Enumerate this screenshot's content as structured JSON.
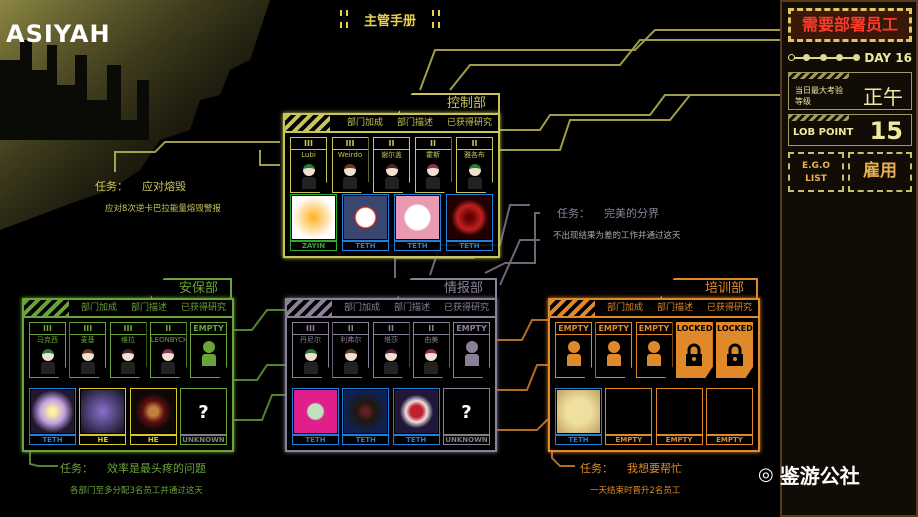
{
  "logo": "ASIYAH",
  "title": "主管手册",
  "side": {
    "need": "需要部署员工",
    "day": "DAY 16",
    "max_level_label": "当日最大考验等级",
    "max_level": "正午",
    "lob_label": "LOB POINT",
    "lob": "15",
    "ego": "E.G.O LIST",
    "hire": "雇用"
  },
  "headers": [
    "部门加成",
    "部门描述",
    "已获得研究"
  ],
  "colors": {
    "control": "#c8c45a",
    "safety": "#6aa438",
    "info": "#8a8098",
    "training": "#e0892a",
    "ZAYIN": "#2ea82e",
    "TETH": "#1e80d8",
    "HE": "#d8c820",
    "UNKNOWN": "#808080",
    "EMPTY": "#e0892a"
  },
  "departments": [
    {
      "id": "control",
      "name": "控制部",
      "agents": [
        {
          "rank": "III",
          "name": "Lubi"
        },
        {
          "rank": "III",
          "name": "Weirdo"
        },
        {
          "rank": "II",
          "name": "谢尔盖"
        },
        {
          "rank": "II",
          "name": "霍斯"
        },
        {
          "rank": "II",
          "name": "雅各布"
        }
      ],
      "abnos": [
        {
          "risk": "ZAYIN",
          "icon": "burning-skull-icon"
        },
        {
          "risk": "TETH",
          "icon": "white-ghost-icon"
        },
        {
          "risk": "TETH",
          "icon": "puppy-icon"
        },
        {
          "risk": "TETH",
          "icon": "red-heart-icon"
        }
      ],
      "mission": {
        "label": "任务：",
        "title": "应对熔毁",
        "desc": "应对8次逆卡巴拉能量熔毁警报"
      }
    },
    {
      "id": "safety",
      "name": "安保部",
      "agents": [
        {
          "rank": "III",
          "name": "马克西"
        },
        {
          "rank": "III",
          "name": "麦基"
        },
        {
          "rank": "III",
          "name": "维拉"
        },
        {
          "rank": "II",
          "name": "LEONBYCHENCODE"
        },
        {
          "rank": "EMPTY",
          "name": ""
        }
      ],
      "abnos": [
        {
          "risk": "TETH",
          "icon": "sun-moon-icon"
        },
        {
          "risk": "HE",
          "icon": "purple-shadow-icon"
        },
        {
          "risk": "HE",
          "icon": "doll-icon"
        },
        {
          "risk": "UNKNOWN",
          "icon": "question-icon",
          "q": "?"
        }
      ],
      "mission": {
        "label": "任务：",
        "title": "效率是最头疼的问题",
        "desc": "各部门至多分配3名员工并通过这天"
      }
    },
    {
      "id": "info",
      "name": "情报部",
      "agents": [
        {
          "rank": "III",
          "name": "丹尼尔"
        },
        {
          "rank": "II",
          "name": "利弗尔"
        },
        {
          "rank": "II",
          "name": "塔莎"
        },
        {
          "rank": "II",
          "name": "由美"
        },
        {
          "rank": "EMPTY",
          "name": ""
        }
      ],
      "abnos": [
        {
          "risk": "TETH",
          "icon": "pink-orb-icon"
        },
        {
          "risk": "TETH",
          "icon": "samurai-icon"
        },
        {
          "risk": "TETH",
          "icon": "red-eye-icon"
        },
        {
          "risk": "UNKNOWN",
          "icon": "question-icon",
          "q": "?"
        }
      ],
      "mission": {
        "label": "任务：",
        "title": "完美的分界",
        "desc": "不出现结果为差的工作并通过这天"
      }
    },
    {
      "id": "training",
      "name": "培训部",
      "agents": [
        {
          "rank": "EMPTY",
          "name": ""
        },
        {
          "rank": "EMPTY",
          "name": ""
        },
        {
          "rank": "EMPTY",
          "name": ""
        },
        {
          "rank": "LOCKED",
          "name": ""
        },
        {
          "rank": "LOCKED",
          "name": ""
        }
      ],
      "abnos": [
        {
          "risk": "TETH",
          "icon": "sketch-face-icon"
        },
        {
          "risk": "EMPTY",
          "icon": ""
        },
        {
          "risk": "EMPTY",
          "icon": ""
        },
        {
          "risk": "EMPTY",
          "icon": ""
        }
      ],
      "mission": {
        "label": "任务：",
        "title": "我想要帮忙",
        "desc": "一天结束时晋升2名员工"
      }
    }
  ],
  "watermark": "鉴游公社"
}
